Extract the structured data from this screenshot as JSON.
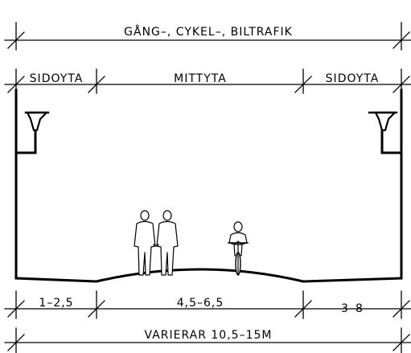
{
  "labels": {
    "top_title": "GÅNG–, CYKEL–, BILTRAFIK",
    "zone_left": "SIDOYTA",
    "zone_middle": "MITTYTA",
    "zone_right": "SIDOYTA",
    "dim_left": "1–2,5",
    "dim_middle": "4,5–6,5",
    "dim_right": "3–8",
    "dim_total": "VARIERAR 10,5–15M"
  },
  "icons": [
    "street-lamp-icon",
    "pedestrian-icon",
    "cyclist-icon"
  ]
}
